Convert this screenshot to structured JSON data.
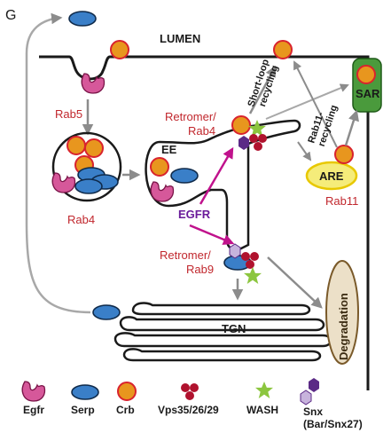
{
  "panel_label": "G",
  "region_labels": {
    "lumen": "LUMEN",
    "sar": "SAR",
    "ee": "EE",
    "are": "ARE",
    "tgn": "TGN",
    "degradation": "Degradation",
    "egfr": "EGFR"
  },
  "rab_labels": {
    "rab5": "Rab5",
    "rab4": "Rab4",
    "retromer_rab4_line1": "Retromer/",
    "retromer_rab4_line2": "Rab4",
    "retromer_rab9_line1": "Retromer/",
    "retromer_rab9_line2": "Rab9",
    "rab11": "Rab11"
  },
  "pathway_labels": {
    "short_loop_line1": "Short-loop",
    "short_loop_line2": "recycling",
    "rab11_recycling_line1": "Rab11-",
    "rab11_recycling_line2": "recycling"
  },
  "legend": [
    {
      "id": "egfr",
      "label": "Egfr",
      "icon": "egfr-crescent-icon"
    },
    {
      "id": "serp",
      "label": "Serp",
      "icon": "serp-oval-icon"
    },
    {
      "id": "crb",
      "label": "Crb",
      "icon": "crb-circle-icon"
    },
    {
      "id": "vps",
      "label": "Vps35/26/29",
      "icon": "vps-trimer-icon"
    },
    {
      "id": "wash",
      "label": "WASH",
      "icon": "wash-star-icon"
    },
    {
      "id": "snx",
      "label": "Snx",
      "sublabel": "(Bar/Snx27)",
      "icon": "snx-hexagon-icon"
    }
  ],
  "colors": {
    "egfr_fill": "#d6589a",
    "serp_fill": "#3a7fc8",
    "crb_fill": "#e8961e",
    "crb_outline": "#d9232d",
    "vps_fill": "#b0122e",
    "wash_fill": "#8cc63f",
    "snx_dark": "#5b2a86",
    "snx_light": "#c7b3dc",
    "sar_fill": "#4a9a3c",
    "are_fill": "#f5ec7a",
    "arrow_gray": "#8c8c8c",
    "arrow_magenta": "#c0128c",
    "label_red": "#c1272d",
    "egfr_text": "#6a1b9a"
  }
}
